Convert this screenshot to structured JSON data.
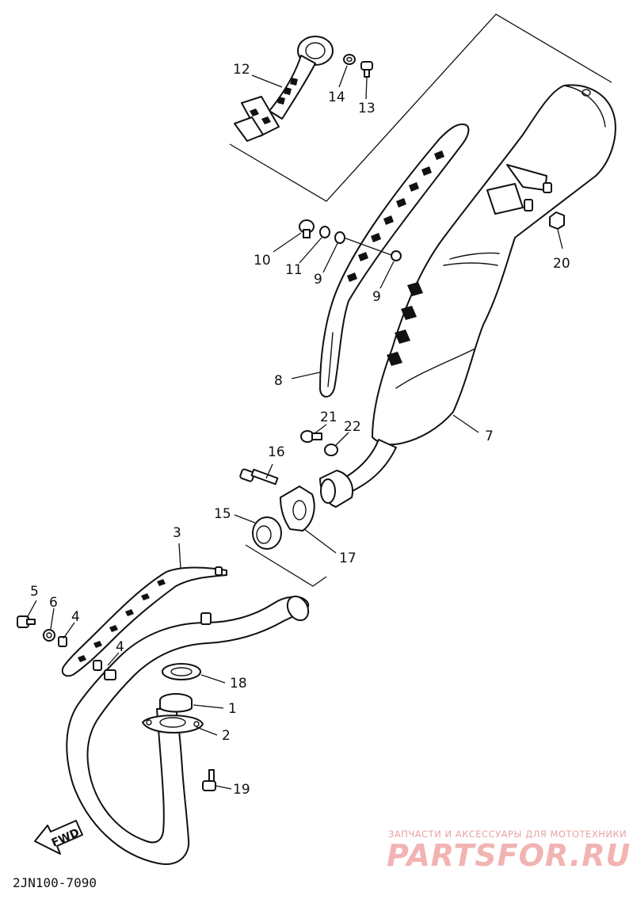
{
  "diagram": {
    "document_code": "2JN100-7090",
    "direction_label": "FWD",
    "callouts": {
      "c1": "1",
      "c2": "2",
      "c3": "3",
      "c4a": "4",
      "c4b": "4",
      "c5": "5",
      "c6": "6",
      "c7": "7",
      "c8": "8",
      "c9a": "9",
      "c9b": "9",
      "c10": "10",
      "c11": "11",
      "c12": "12",
      "c13": "13",
      "c14": "14",
      "c15": "15",
      "c16": "16",
      "c17": "17",
      "c18": "18",
      "c19": "19",
      "c20": "20",
      "c21": "21",
      "c22": "22"
    }
  },
  "watermark": {
    "tagline": "ЗАПЧАСТИ И АКСЕССУАРЫ ДЛЯ МОТОТЕХНИКИ",
    "logo": "PARTSFOR.RU"
  }
}
